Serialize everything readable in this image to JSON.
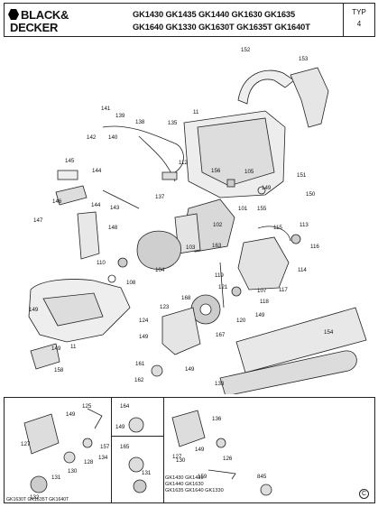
{
  "brand": {
    "line1": "BLACK&",
    "line2": "DECKER"
  },
  "models": {
    "line1": "GK1430 GK1435 GK1440 GK1630 GK1635",
    "line2": "GK1640 GK1330 GK1630T GK1635T GK1640T"
  },
  "typ": {
    "label": "TYP",
    "value": "4"
  },
  "parts": [
    {
      "n": "152"
    },
    {
      "n": "153"
    },
    {
      "n": "141"
    },
    {
      "n": "139"
    },
    {
      "n": "138"
    },
    {
      "n": "135"
    },
    {
      "n": "11"
    },
    {
      "n": "142"
    },
    {
      "n": "140"
    },
    {
      "n": "112"
    },
    {
      "n": "145"
    },
    {
      "n": "144"
    },
    {
      "n": "137"
    },
    {
      "n": "156"
    },
    {
      "n": "105"
    },
    {
      "n": "151"
    },
    {
      "n": "150"
    },
    {
      "n": "149"
    },
    {
      "n": "146"
    },
    {
      "n": "144"
    },
    {
      "n": "143"
    },
    {
      "n": "101"
    },
    {
      "n": "155"
    },
    {
      "n": "147"
    },
    {
      "n": "148"
    },
    {
      "n": "102"
    },
    {
      "n": "115"
    },
    {
      "n": "113"
    },
    {
      "n": "103"
    },
    {
      "n": "163"
    },
    {
      "n": "116"
    },
    {
      "n": "110"
    },
    {
      "n": "104"
    },
    {
      "n": "114"
    },
    {
      "n": "108"
    },
    {
      "n": "119"
    },
    {
      "n": "117"
    },
    {
      "n": "107"
    },
    {
      "n": "118"
    },
    {
      "n": "121"
    },
    {
      "n": "149"
    },
    {
      "n": "168"
    },
    {
      "n": "120"
    },
    {
      "n": "149"
    },
    {
      "n": "123"
    },
    {
      "n": "124"
    },
    {
      "n": "167"
    },
    {
      "n": "154"
    },
    {
      "n": "149"
    },
    {
      "n": "11"
    },
    {
      "n": "149"
    },
    {
      "n": "161"
    },
    {
      "n": "162"
    },
    {
      "n": "149"
    },
    {
      "n": "158"
    },
    {
      "n": "133"
    },
    {
      "n": "125"
    },
    {
      "n": "149"
    },
    {
      "n": "127"
    },
    {
      "n": "157"
    },
    {
      "n": "130"
    },
    {
      "n": "128"
    },
    {
      "n": "134"
    },
    {
      "n": "131"
    },
    {
      "n": "132"
    },
    {
      "n": "164"
    },
    {
      "n": "149"
    },
    {
      "n": "165"
    },
    {
      "n": "136"
    },
    {
      "n": "149"
    },
    {
      "n": "127"
    },
    {
      "n": "130"
    },
    {
      "n": "126"
    },
    {
      "n": "159"
    },
    {
      "n": "131"
    },
    {
      "n": "845"
    }
  ],
  "captions": {
    "box1": "GK1630T GK1635T GK1640T",
    "box3_l1": "GK1430 GK1435",
    "box3_l2": "GK1440 GK1630",
    "box3_l3": "GK1635 GK1640 GK1330"
  },
  "copyright": "C"
}
